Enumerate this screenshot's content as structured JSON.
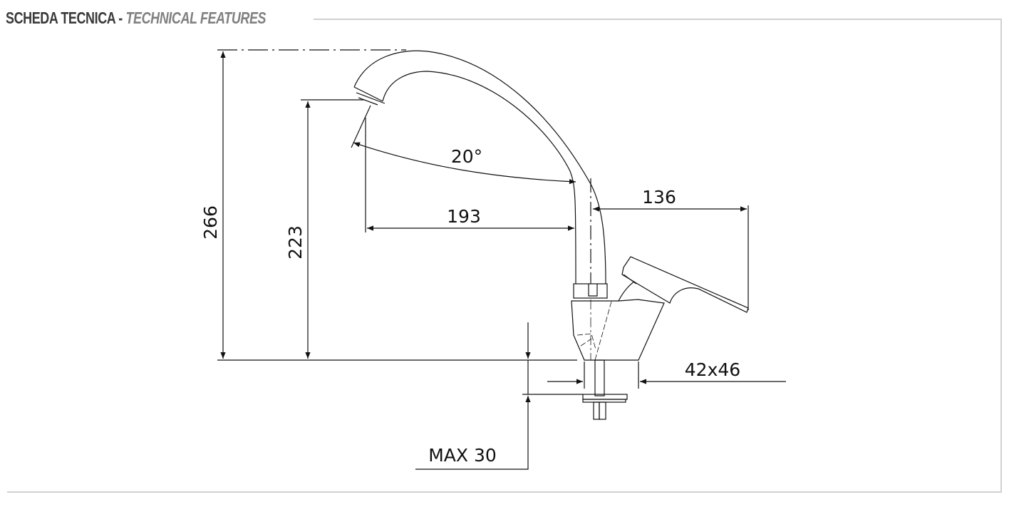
{
  "header": {
    "title": "SCHEDA TECNICA",
    "separator": "-",
    "subtitle": "TECHNICAL FEATURES"
  },
  "dimensions": {
    "total_height": "266",
    "spout_height": "223",
    "angle": "20°",
    "spout_reach": "193",
    "lever_reach": "136",
    "base_size": "42x46",
    "max_thickness": "MAX 30"
  },
  "colors": {
    "frame": "#d0d0d0",
    "line": "#111111"
  }
}
